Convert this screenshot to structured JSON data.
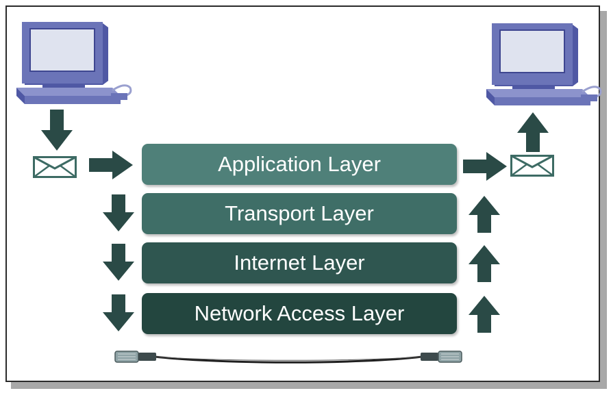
{
  "layers": [
    {
      "label": "Application Layer",
      "color": "#4f8079"
    },
    {
      "label": "Transport Layer",
      "color": "#3f6e67"
    },
    {
      "label": "Internet Layer",
      "color": "#2f5650"
    },
    {
      "label": "Network Access Layer",
      "color": "#23463f"
    }
  ],
  "colors": {
    "arrow": "#2a4a46",
    "computer_body": "#6b74b8",
    "computer_screen": "#dfe3ef",
    "envelope": "#3d6b64",
    "cable": "#1e1e1e",
    "connector": "#8fa3a6"
  },
  "icons": {
    "sender": "computer-icon",
    "receiver": "computer-icon",
    "message_out": "envelope-icon",
    "message_in": "envelope-icon",
    "link": "network-cable-icon"
  }
}
